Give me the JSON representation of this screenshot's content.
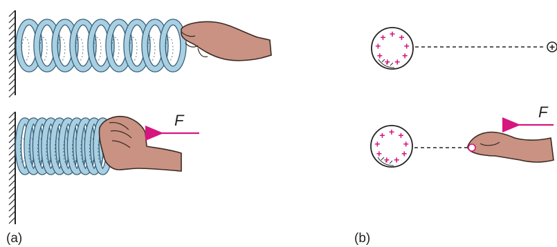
{
  "panel_a": {
    "label": "(a)",
    "force_label": "F"
  },
  "panel_b": {
    "label": "(b)",
    "force_label": "F",
    "charge_symbol": "+"
  },
  "colors": {
    "spring": "#a9cfe3",
    "spring_outline": "#355e74",
    "hand": "#c99282",
    "hand_outline": "#3a2a25",
    "force_arrow": "#d6167f",
    "charge": "#d6167f",
    "ink": "#222222"
  }
}
